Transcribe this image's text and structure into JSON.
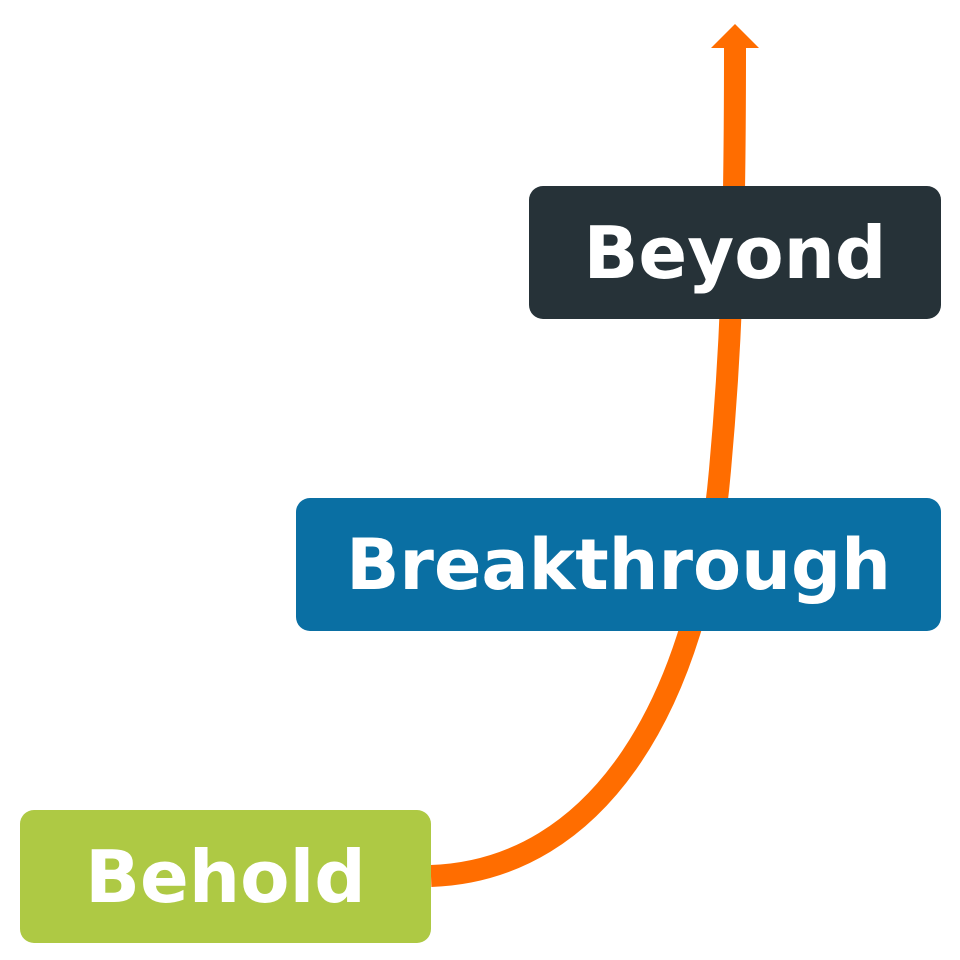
{
  "diagram": {
    "stages": [
      {
        "label": "Beyond",
        "color": "#263238"
      },
      {
        "label": "Breakthrough",
        "color": "#0a6fa3"
      },
      {
        "label": "Behold",
        "color": "#aec944"
      }
    ],
    "arrow_color": "#ff6d00"
  }
}
